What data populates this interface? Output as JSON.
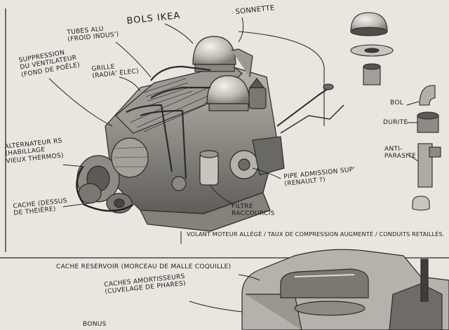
{
  "labels": {
    "tubes": [
      "Tubes ALU",
      "(Froid indus')"
    ],
    "bols": "Bols ikea",
    "sonnette": "Sonnette",
    "suppression": [
      "Suppression",
      "du ventilateur",
      "(Fond de poêle)"
    ],
    "grille": [
      "Grille",
      "(Radia' élec)"
    ],
    "alternateur": [
      "Alternateur RS",
      "(habillage",
      "vieux thermos)"
    ],
    "cache_theiere": [
      "Cache (dessus",
      "de théière)"
    ],
    "pipe": [
      "pipe admission sup'",
      "(Renault ?)"
    ],
    "filtre": [
      "Filtre",
      "raccourcis"
    ],
    "volant": "Volant moteur allégé / Taux de compression augmenté / Conduits retaillés.",
    "bol": "Bol",
    "durite": "Durite",
    "anti_parasite": [
      "Anti-",
      "parasite"
    ],
    "cache_reservoir": "Cache reservoir (morceau de malle coquille)",
    "caches_amortisseurs": [
      "Caches amortisseurs",
      "(cuvelage de phares)"
    ],
    "bonus": "Bonus"
  },
  "colors": {
    "paper": "#e9e6df",
    "ink": "#1c1c1c",
    "graphite": "#6d6d6d"
  }
}
